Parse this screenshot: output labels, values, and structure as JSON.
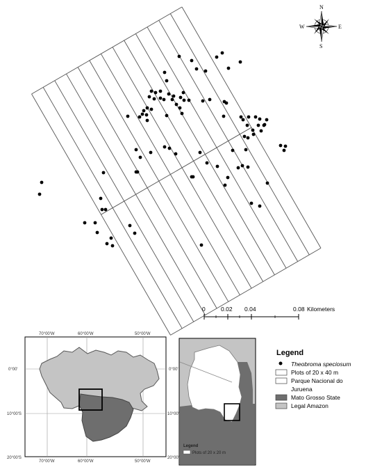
{
  "compass": {
    "n": "N",
    "s": "S",
    "e": "E",
    "w": "W"
  },
  "scale_bar": {
    "ticks": [
      "0",
      "0.02",
      "0.04",
      "0.08"
    ],
    "unit": "Kilometers"
  },
  "locator_map": {
    "top_ticks": [
      "70°00'W",
      "60°00'W",
      "50°00'W"
    ],
    "bottom_ticks": [
      "70°00'W",
      "60°00'W",
      "50°00'W"
    ],
    "left_ticks": [
      "0°00'",
      "10°00'S",
      "20°00'S"
    ],
    "right_ticks": [
      "0°00'",
      "10°00'S",
      "20°00'S"
    ]
  },
  "inset_map": {
    "legend_title": "Legend",
    "legend_item": "Plots of 20 x 20 m"
  },
  "legend": {
    "title": "Legend",
    "items": [
      {
        "label": "Theobroma speciosum",
        "symbol": "dot"
      },
      {
        "label": "Plots of 20 x 40 m",
        "symbol": "white-box"
      },
      {
        "label": "Parque Nacional do",
        "symbol": "white-box"
      },
      {
        "label": "Juruena",
        "symbol": "none"
      },
      {
        "label": "Mato Grosso State",
        "symbol": "dark-box"
      },
      {
        "label": "Legal Amazon",
        "symbol": "light-box"
      }
    ]
  },
  "colors": {
    "mato_grosso": "#6e6e6e",
    "legal_amazon": "#c4c4c4",
    "park": "#ffffff",
    "outline": "#5a5a5a"
  },
  "icons": [
    "compass-rose-icon",
    "tree-point-icon"
  ]
}
